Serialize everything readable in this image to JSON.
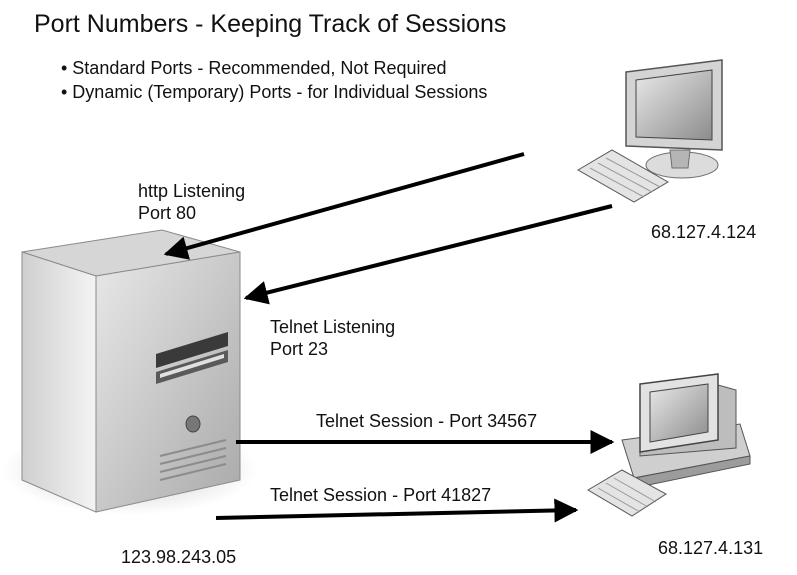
{
  "title": "Port Numbers - Keeping Track of Sessions",
  "bullets": [
    "• Standard Ports - Recommended, Not Required",
    "• Dynamic (Temporary) Ports - for Individual Sessions"
  ],
  "labels": {
    "http_listening": [
      "http Listening",
      "Port 80"
    ],
    "telnet_listening": [
      "Telnet Listening",
      "Port 23"
    ],
    "telnet_session_1": "Telnet Session - Port 34567",
    "telnet_session_2": "Telnet Session - Port 41827"
  },
  "hosts": {
    "server_ip": "123.98.243.05",
    "client_top_ip": "68.127.4.124",
    "client_bottom_ip": "68.127.4.131"
  },
  "colors": {
    "text": "#111111",
    "arrow": "#000000",
    "device_gray": "#9a9a9a"
  },
  "icons": [
    "server-tower-icon",
    "flat-monitor-computer-icon",
    "crt-desktop-computer-icon"
  ]
}
